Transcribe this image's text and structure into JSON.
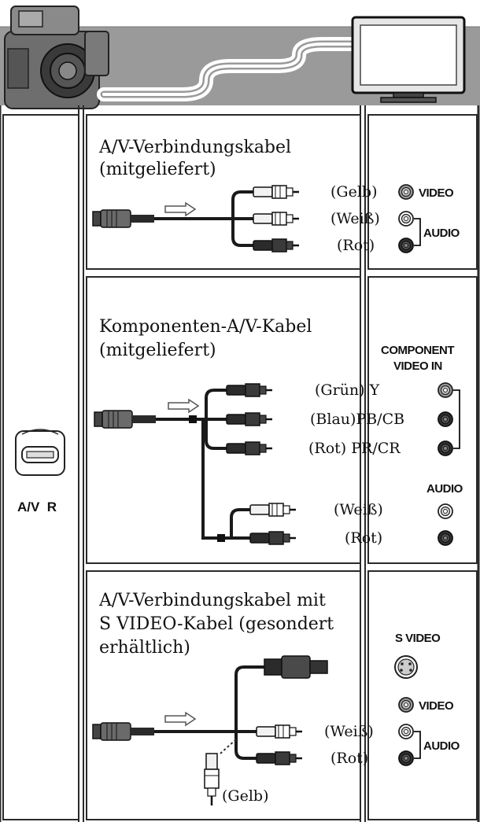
{
  "colors": {
    "band": "#9a9a9a",
    "cable": "#1a1a1a",
    "panel_border": "#2a2a2a",
    "page_bg": "#ffffff"
  },
  "icons": {
    "camcorder": "camcorder-icon",
    "tv": "tv-icon",
    "cable_path": "cable-path-icon",
    "av_jack": "av-jack-icon",
    "arrow": "arrow-right-icon",
    "svideo": "svideo-jack-icon"
  },
  "left_column": {
    "jack_label": "A/V  R"
  },
  "sections": [
    {
      "caption_lines": [
        "A/V-Verbindungskabel",
        "(mitgeliefert)"
      ],
      "plugs": [
        {
          "label": "(Gelb)",
          "port": "VIDEO"
        },
        {
          "label": "(Weiß)",
          "port": ""
        },
        {
          "label": "(Rot)",
          "port": ""
        }
      ],
      "bracket_label": "AUDIO"
    },
    {
      "caption_lines": [
        "Komponenten-A/V-Kabel",
        "(mitgeliefert)"
      ],
      "port_heading_lines": [
        "COMPONENT",
        "VIDEO IN"
      ],
      "plugs": [
        {
          "label": "(Grün) Y"
        },
        {
          "label": "(Blau)PB/CB"
        },
        {
          "label": "(Rot) PR/CR"
        }
      ],
      "audio_heading": "AUDIO",
      "audio_plugs": [
        {
          "label": "(Weiß)"
        },
        {
          "label": "(Rot)"
        }
      ]
    },
    {
      "caption_lines": [
        "A/V-Verbindungskabel mit",
        "S VIDEO-Kabel (gesondert",
        "erhältlich)"
      ],
      "svideo_heading": "S VIDEO",
      "plugs": [
        {
          "label": "(Weiß)",
          "port": ""
        },
        {
          "label": "(Rot)",
          "port": ""
        }
      ],
      "video_port": "VIDEO",
      "bracket_label": "AUDIO",
      "yellow_label": "(Gelb)"
    }
  ]
}
